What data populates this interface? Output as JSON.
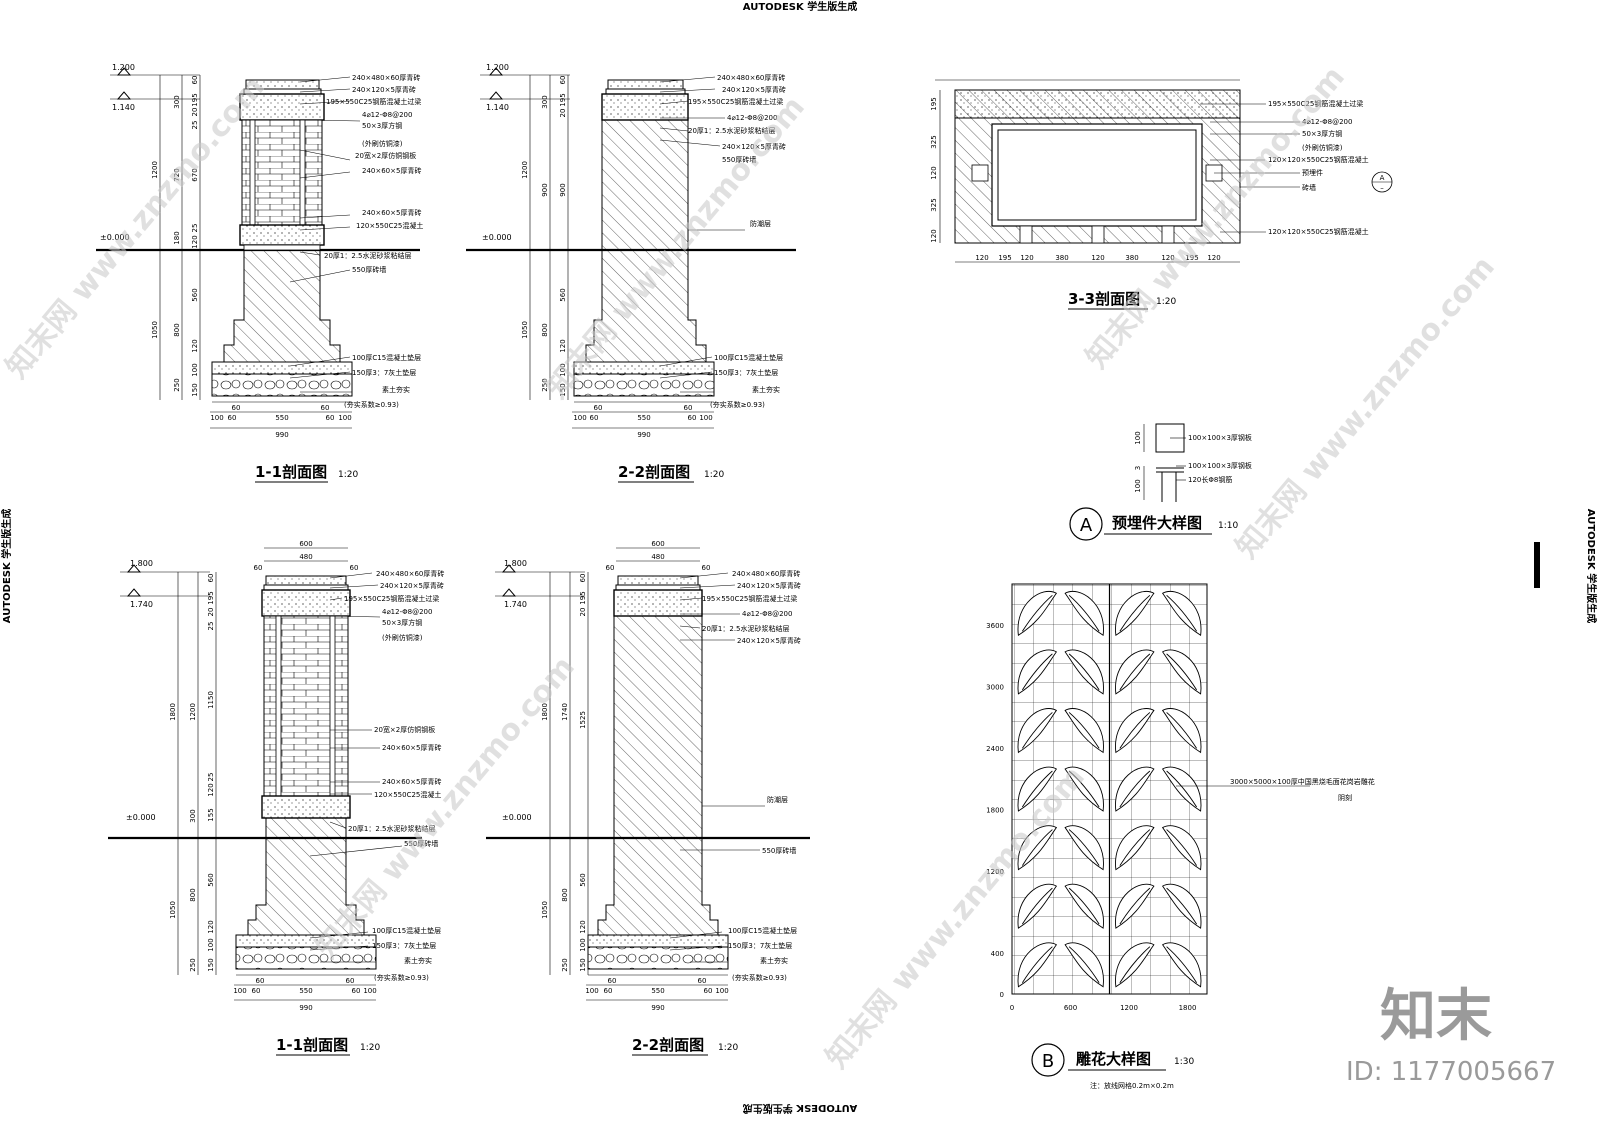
{
  "header": {
    "autodesk_top": "AUTODESK 学生版生成",
    "autodesk_bottom": "AUTODESK 学生版生成",
    "autodesk_left": "AUTODESK 学生版生成",
    "autodesk_right": "AUTODESK 学生版生成"
  },
  "watermark": {
    "site": "知末网 www.znzmo.com",
    "logo": "知末",
    "id": "ID: 1177005667"
  },
  "sec_top_1": {
    "title": "1-1剖面图",
    "scale": "1:20",
    "level_top": "1.200",
    "level_top2": "1.140",
    "level_zero": "±0.000",
    "dims_left": [
      "1200",
      "1050",
      "720",
      "180",
      "300",
      "800",
      "250"
    ],
    "dims_mid": [
      "60",
      "195",
      "20",
      "25",
      "670",
      "25",
      "120",
      "560",
      "120",
      "100",
      "150"
    ],
    "dims_bottom": [
      "60",
      "550",
      "60",
      "100",
      "60",
      "60",
      "100",
      "990"
    ],
    "labels": [
      "240×480×60厚青砖",
      "240×120×5厚青砖",
      "195×550C25钢筋混凝土过梁",
      "4⌀12-Φ8@200",
      "50×3厚方钢",
      "(外刷仿铜漆)",
      "20宽×2厚仿铜钢板",
      "240×60×5厚青砖",
      "240×60×5厚青砖",
      "120×550C25混凝土",
      "20厚1：2.5水泥砂浆粘结层",
      "550厚砖墙",
      "100厚C15混凝土垫层",
      "150厚3：7灰土垫层",
      "素土夯实",
      "(夯实系数≥0.93)"
    ]
  },
  "sec_top_2": {
    "title": "2-2剖面图",
    "scale": "1:20",
    "level_top": "1.200",
    "level_top2": "1.140",
    "level_zero": "±0.000",
    "dims_left": [
      "1200",
      "1050",
      "900",
      "300",
      "800",
      "250"
    ],
    "dims_mid": [
      "60",
      "195",
      "20",
      "900",
      "560",
      "120",
      "100",
      "150"
    ],
    "dims_bottom": [
      "60",
      "550",
      "60",
      "100",
      "60",
      "60",
      "100",
      "990"
    ],
    "labels": [
      "240×480×60厚青砖",
      "240×120×5厚青砖",
      "195×550C25钢筋混凝土过梁",
      "4⌀12-Φ8@200",
      "20厚1：2.5水泥砂浆粘结层",
      "240×120×5厚青砖",
      "550厚砖墙",
      "防潮层",
      "100厚C15混凝土垫层",
      "150厚3：7灰土垫层",
      "素土夯实",
      "(夯实系数≥0.93)"
    ]
  },
  "sec_bot_1": {
    "title": "1-1剖面图",
    "scale": "1:20",
    "level_top": "1.800",
    "level_top2": "1.740",
    "level_zero": "±0.000",
    "dims_top": [
      "600",
      "60",
      "480",
      "60"
    ],
    "dims_left": [
      "1800",
      "1050",
      "1200",
      "300",
      "800",
      "250"
    ],
    "dims_mid": [
      "60",
      "195",
      "20",
      "25",
      "1150",
      "25",
      "120",
      "155",
      "560",
      "120",
      "100",
      "150"
    ],
    "dims_bottom": [
      "60",
      "550",
      "60",
      "100",
      "60",
      "60",
      "100",
      "990"
    ],
    "labels": [
      "240×480×60厚青砖",
      "240×120×5厚青砖",
      "195×550C25钢筋混凝土过梁",
      "4⌀12-Φ8@200",
      "50×3厚方钢",
      "(外刷仿铜漆)",
      "20宽×2厚仿铜钢板",
      "240×60×5厚青砖",
      "240×60×5厚青砖",
      "120×550C25混凝土",
      "20厚1：2.5水泥砂浆粘结层",
      "550厚砖墙",
      "100厚C15混凝土垫层",
      "150厚3：7灰土垫层",
      "素土夯实",
      "(夯实系数≥0.93)"
    ]
  },
  "sec_bot_2": {
    "title": "2-2剖面图",
    "scale": "1:20",
    "level_top": "1.800",
    "level_top2": "1.740",
    "level_zero": "±0.000",
    "dims_top": [
      "600",
      "60",
      "480",
      "60"
    ],
    "dims_left": [
      "1800",
      "1050",
      "1740",
      "800",
      "250"
    ],
    "dims_mid": [
      "60",
      "195",
      "20",
      "1525",
      "560",
      "120",
      "100",
      "150"
    ],
    "dims_bottom": [
      "60",
      "550",
      "60",
      "100",
      "60",
      "60",
      "100",
      "990"
    ],
    "labels": [
      "240×480×60厚青砖",
      "240×120×5厚青砖",
      "195×550C25钢筋混凝土过梁",
      "4⌀12-Φ8@200",
      "20厚1：2.5水泥砂浆粘结层",
      "240×120×5厚青砖",
      "防潮层",
      "550厚砖墙",
      "100厚C15混凝土垫层",
      "150厚3：7灰土垫层",
      "素土夯实",
      "(夯实系数≥0.93)"
    ]
  },
  "sec_33": {
    "title": "3-3剖面图",
    "scale": "1:20",
    "dims_left": [
      "195",
      "325",
      "120",
      "325",
      "120"
    ],
    "dims_bottom": [
      "120",
      "195",
      "120",
      "380",
      "120",
      "380",
      "120",
      "195",
      "120"
    ],
    "labels": [
      "195×550C25钢筋混凝土过梁",
      "4⌀12-Φ8@200",
      "50×3厚方钢",
      "(外刷仿铜漆)",
      "120×120×550C25钢筋混凝土",
      "预埋件",
      "砖墙",
      "120×120×550C25钢筋混凝土"
    ],
    "callout": "A"
  },
  "detail_a": {
    "badge": "A",
    "title": "预埋件大样图",
    "scale": "1:10",
    "dims": [
      "100",
      "100",
      "3"
    ],
    "labels": [
      "100×100×3厚钢板",
      "100×100×3厚钢板",
      "120长Φ8钢筋"
    ]
  },
  "detail_b": {
    "badge": "B",
    "title": "雕花大样图",
    "scale": "1:30",
    "y_ticks": [
      "3600",
      "3000",
      "2400",
      "1800",
      "1200",
      "400",
      "0"
    ],
    "x_ticks": [
      "0",
      "600",
      "1200",
      "1800"
    ],
    "label": "3000×5000×100厚中国黑烧毛面花岗岩雕花",
    "label2": "阴刻",
    "note": "注：放线网格0.2m×0.2m"
  }
}
